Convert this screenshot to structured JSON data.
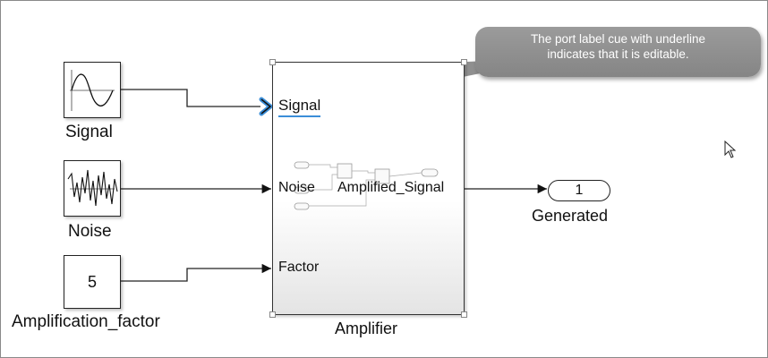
{
  "callout": {
    "line1": "The port label cue with underline",
    "line2": "indicates that it is editable."
  },
  "blocks": {
    "signal": {
      "label": "Signal",
      "icon": "sine-wave-icon"
    },
    "noise": {
      "label": "Noise",
      "icon": "noise-wave-icon"
    },
    "amplification_factor": {
      "label": "Amplification_factor",
      "value": "5"
    },
    "amplifier": {
      "label": "Amplifier",
      "input_ports": [
        "Signal",
        "Noise",
        "Factor"
      ],
      "output_port": "Amplified_Signal"
    },
    "generated": {
      "label": "Generated",
      "port_number": "1"
    }
  },
  "colors": {
    "wire": "#222222",
    "selection_highlight": "#3b8ed8",
    "callout": "#8f8f8f"
  }
}
